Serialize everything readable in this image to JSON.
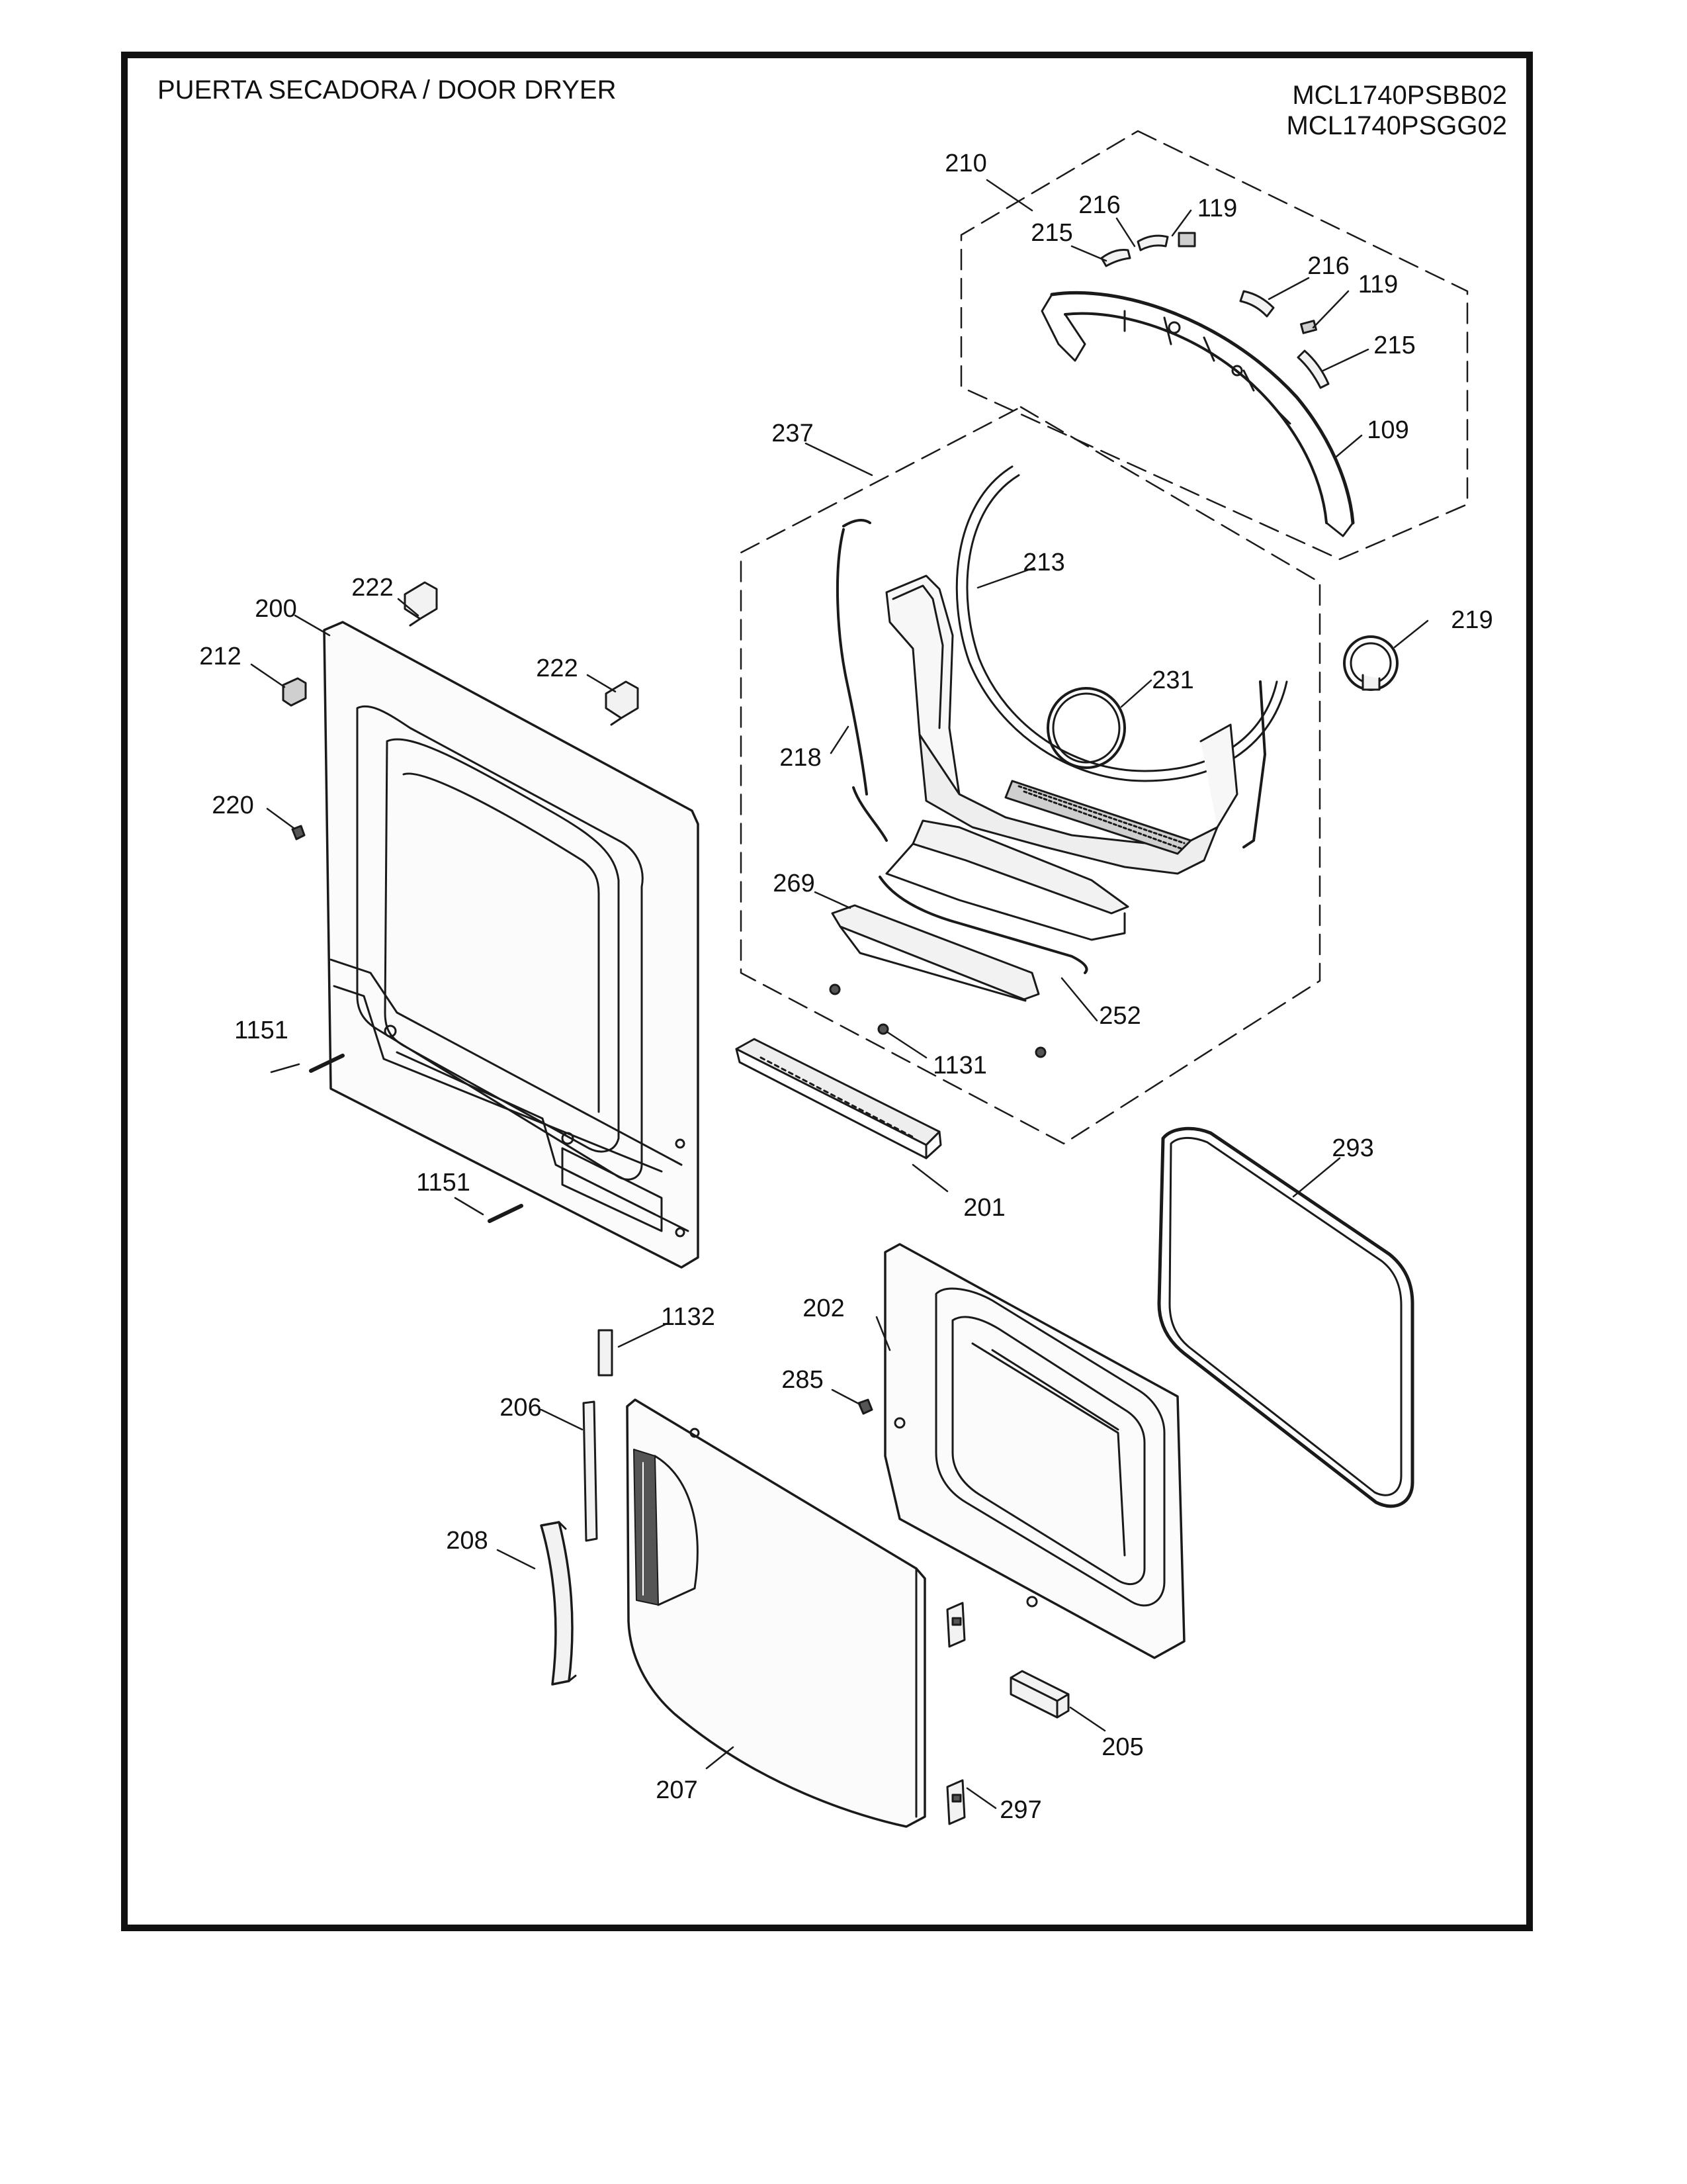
{
  "diagram": {
    "title": "PUERTA SECADORA / DOOR DRYER",
    "models": [
      "MCL1740PSBB02",
      "MCL1740PSGG02"
    ],
    "callouts": [
      {
        "label": "210"
      },
      {
        "label": "216"
      },
      {
        "label": "119"
      },
      {
        "label": "215"
      },
      {
        "label": "216"
      },
      {
        "label": "119"
      },
      {
        "label": "215"
      },
      {
        "label": "109"
      },
      {
        "label": "237"
      },
      {
        "label": "213"
      },
      {
        "label": "219"
      },
      {
        "label": "231"
      },
      {
        "label": "218"
      },
      {
        "label": "269"
      },
      {
        "label": "252"
      },
      {
        "label": "1131"
      },
      {
        "label": "222"
      },
      {
        "label": "200"
      },
      {
        "label": "222"
      },
      {
        "label": "212"
      },
      {
        "label": "220"
      },
      {
        "label": "1151"
      },
      {
        "label": "1151"
      },
      {
        "label": "201"
      },
      {
        "label": "293"
      },
      {
        "label": "202"
      },
      {
        "label": "1132"
      },
      {
        "label": "285"
      },
      {
        "label": "206"
      },
      {
        "label": "208"
      },
      {
        "label": "205"
      },
      {
        "label": "207"
      },
      {
        "label": "297"
      }
    ]
  },
  "colors": {
    "line": "#1a1a1a",
    "frame": "#111111",
    "fill_light": "#f2f2f2",
    "fill_mid": "#cfcfcf",
    "fill_dark": "#555555"
  }
}
